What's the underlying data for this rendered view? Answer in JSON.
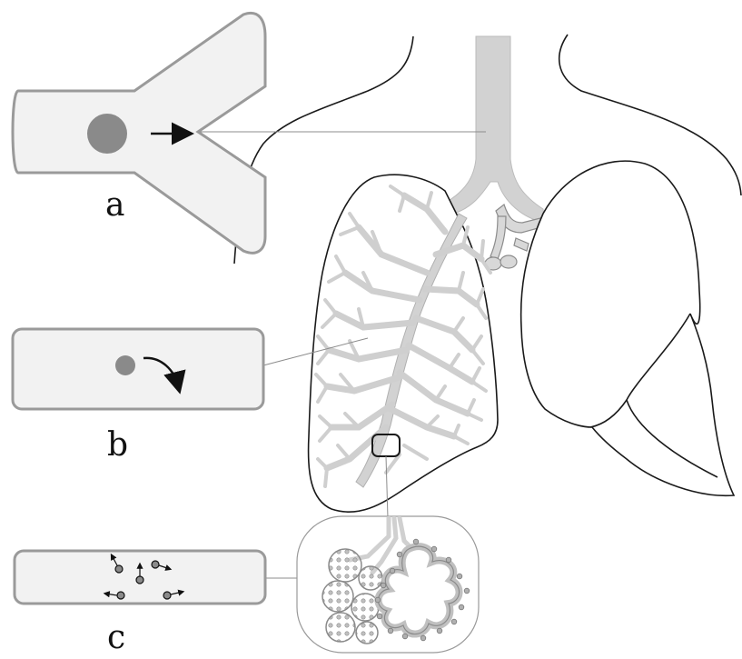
{
  "figure": {
    "panels": [
      {
        "id": "a",
        "label": "a"
      },
      {
        "id": "b",
        "label": "b"
      },
      {
        "id": "c",
        "label": "c"
      }
    ]
  },
  "colors": {
    "outline": "#1a1a1a",
    "airway_fill": "#d2d2d2",
    "tube_fill": "#f2f2f2",
    "tube_edge": "#9a9a9a",
    "particle": "#8a8a8a",
    "arrow": "#111111",
    "leader_line": "#8c8c8c"
  }
}
